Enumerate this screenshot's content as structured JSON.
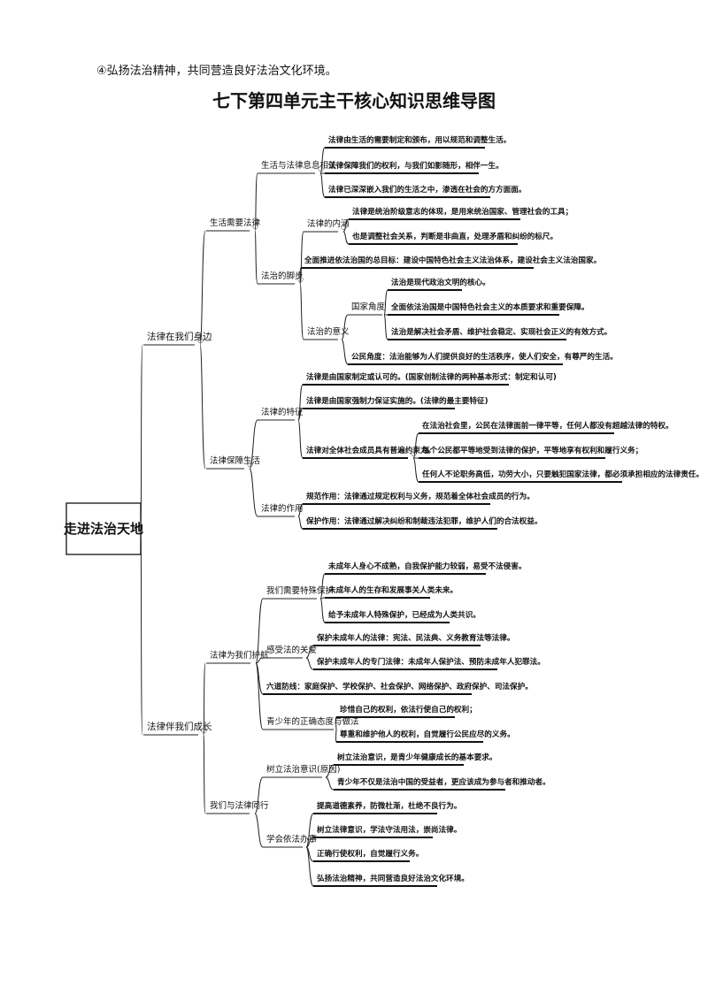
{
  "intro": "④弘扬法治精神，共同营造良好法治文化环境。",
  "title": "七下第四单元主干核心知识思维导图",
  "root": "走进法治天地",
  "labels": {
    "l1a": "法律在我们身边",
    "l2a": "生活需要法律",
    "l3a1": "生活与法律息息相关",
    "a1": "法律由生活的需要制定和颁布，用以规范和调整生活。",
    "a2": "法律保障我们的权利，与我们如影随形，相伴一生。",
    "a3": "法律已深深嵌入我们的生活之中，渗透在社会的方方面面。",
    "l3a2": "法治的脚步",
    "l4a21": "法律的内涵",
    "a4": "法律是统治阶级意志的体现，是用来统治国家、管理社会的工具；",
    "a5": "也是调整社会关系，判断是非曲直，处理矛盾和纠纷的标尺。",
    "a6": "全面推进依法治国的总目标：建设中国特色社会主义法治体系，建设社会主义法治国家。",
    "l4a22": "法治的意义",
    "l5a": "国家角度",
    "a7": "法治是现代政治文明的核心。",
    "a8": "全面依法治国是中国特色社会主义的本质要求和重要保障。",
    "a9": "法治是解决社会矛盾、维护社会稳定、实现社会正义的有效方式。",
    "a10": "公民角度：法治能够为人们提供良好的生活秩序，使人们安全，有尊严的生活。",
    "l2b": "法律保障生活",
    "l3b1": "法律的特征",
    "b1": "法律是由国家制定或认可的。(国家创制法律的两种基本形式：制定和认可)",
    "b2": "法律是由国家强制力保证实施的。(法律的最主要特征)",
    "b3": "法律对全体社会成员具有普遍约束力。",
    "b4": "在法治社会里，公民在法律面前一律平等，任何人都没有超越法律的特权。",
    "b5": "每个公民都平等地受到法律的保护，平等地享有权利和履行义务；",
    "b6": "任何人不论职务高低，功劳大小，只要触犯国家法律，都必须承担相应的法律责任。",
    "l3b2": "法律的作用",
    "b7": "规范作用：法律通过规定权利与义务，规范着全体社会成员的行为。",
    "b8": "保护作用：法律通过解决纠纷和制裁违法犯罪，维护人们的合法权益。",
    "l1b": "法律伴我们成长",
    "l2c": "法律为我们护航",
    "l3c1": "我们需要特殊保护",
    "c1": "未成年人身心不成熟，自我保护能力较弱，易受不法侵害。",
    "c2": "未成年人的生存和发展事关人类未来。",
    "c3": "给予未成年人特殊保护，已经成为人类共识。",
    "l3c2": "感受法的关爱",
    "c4": "保护未成年人的法律：宪法、民法典、义务教育法等法律。",
    "c5": "保护未成年人的专门法律：未成年人保护法、预防未成年人犯罪法。",
    "c6": "六道防线：家庭保护、学校保护、社会保护、网络保护、政府保护、司法保护。",
    "l3c3": "青少年的正确态度与做法",
    "c7": "珍惜自己的权利，依法行使自己的权利；",
    "c8": "尊重和维护他人的权利，自觉履行公民应尽的义务。",
    "l2d": "我们与法律同行",
    "l3d1": "树立法治意识(原因)",
    "d1": "树立法治意识，是青少年健康成长的基本要求。",
    "d2": "青少年不仅是法治中国的受益者，更应该成为参与者和推动者。",
    "l3d2": "学会依法办事",
    "d3": "提高道德素养，防微杜渐，杜绝不良行为。",
    "d4": "树立法律意识，学法守法用法，崇尚法律。",
    "d5": "正确行使权利，自觉履行义务。",
    "d6": "弘扬法治精神，共同营造良好法治文化环境。",
    "circle_mark": "○"
  }
}
